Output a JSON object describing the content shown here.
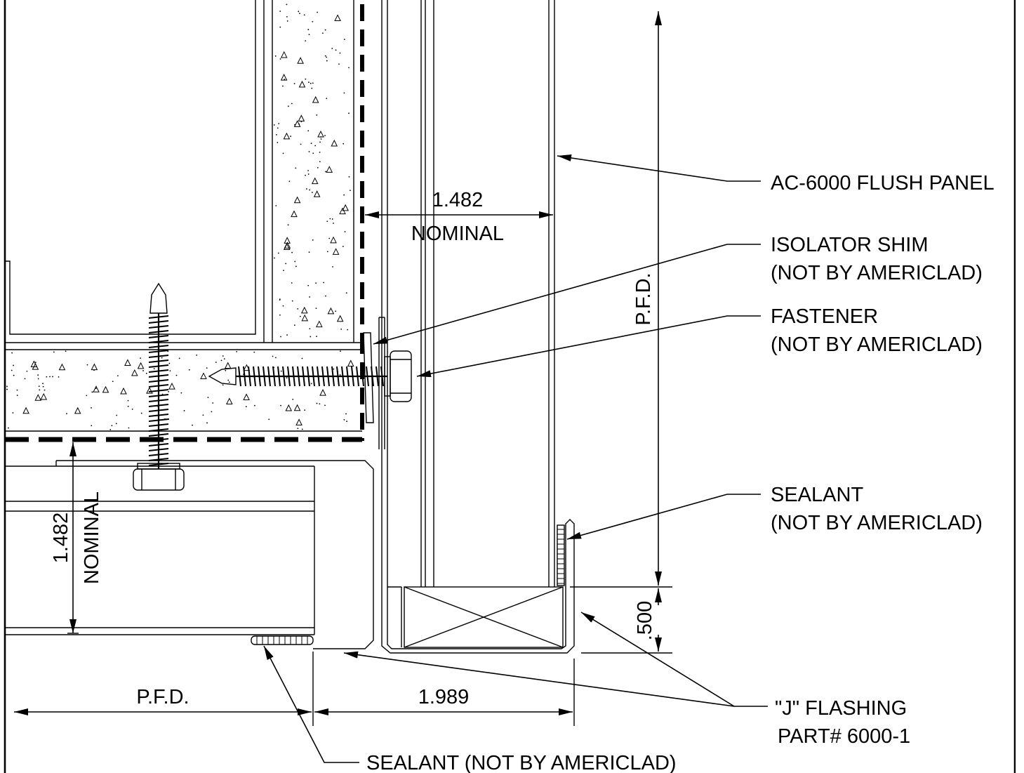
{
  "labels": {
    "flush_panel": "AC-6000 FLUSH PANEL",
    "isolator_line1": "ISOLATOR SHIM",
    "isolator_line2": "(NOT BY AMERICLAD)",
    "fastener_line1": "FASTENER",
    "fastener_line2": "(NOT BY AMERICLAD)",
    "sealant_line1": "SEALANT",
    "sealant_line2": "(NOT BY AMERICLAD)",
    "j_flashing_line1": "\"J\" FLASHING",
    "j_flashing_line2": "PART# 6000-1",
    "sealant_bottom": "SEALANT (NOT BY AMERICLAD)"
  },
  "dimensions": {
    "top_value": "1.482",
    "top_note": "NOMINAL",
    "left_value": "1.482",
    "left_note": "NOMINAL",
    "right_vertical": "P.F.D.",
    "small_vertical": ".500",
    "bottom_left": "P.F.D.",
    "bottom_center": "1.989"
  },
  "colors": {
    "line": "#000000",
    "background": "#ffffff"
  }
}
